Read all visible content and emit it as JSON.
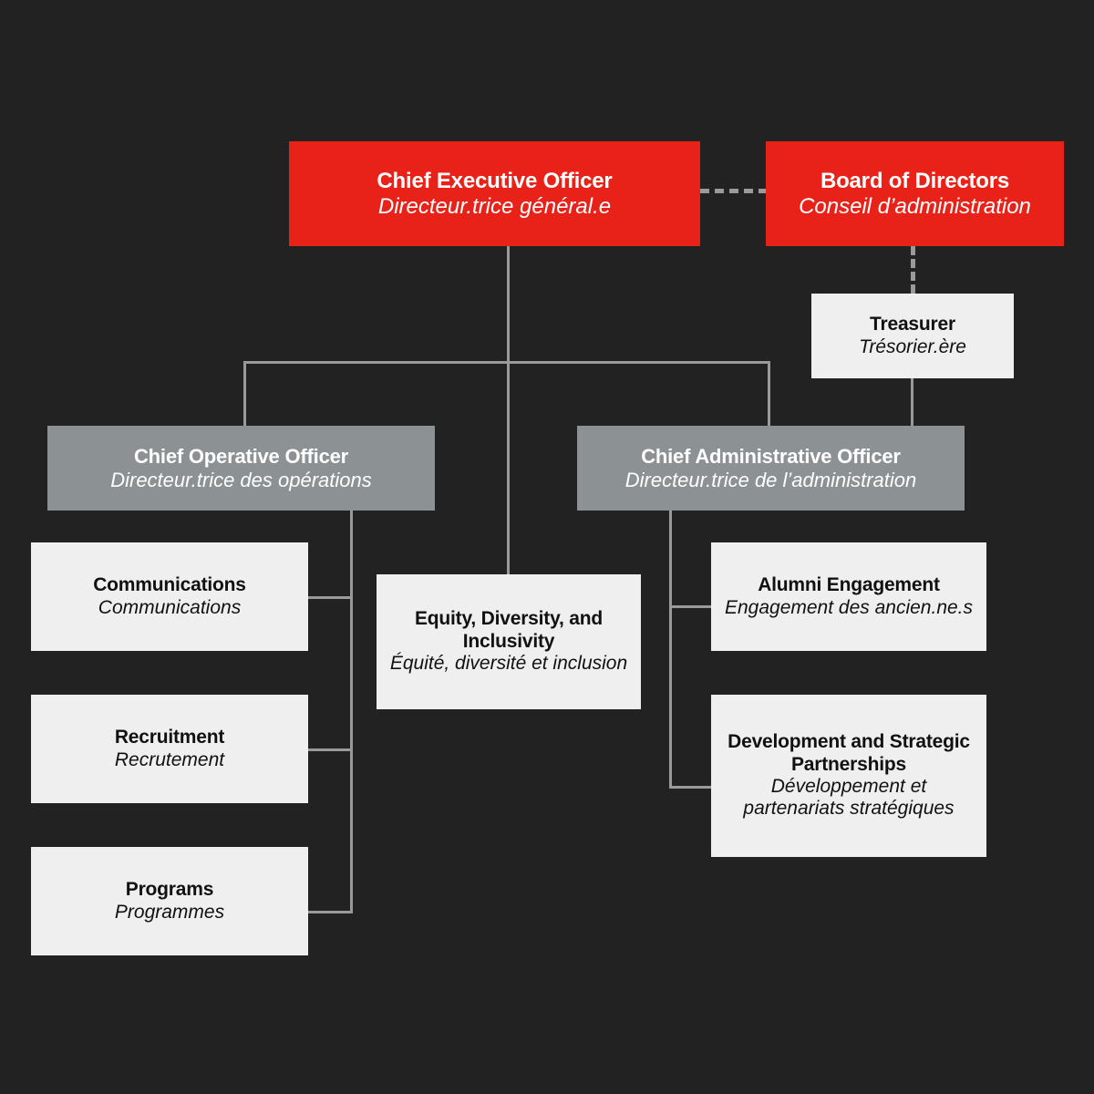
{
  "diagram": {
    "type": "organizational-chart",
    "background_color": "#222222",
    "connector_color": "#9a9a9a",
    "palette": {
      "executive_red": "#e82218",
      "officer_gray": "#8c9293",
      "department_light": "#efefef",
      "text_light": "#ffffff",
      "text_dark": "#111111"
    }
  },
  "nodes": {
    "ceo": {
      "title": "Chief Executive Officer",
      "subtitle": "Directeur.trice général.e",
      "style": "red"
    },
    "board": {
      "title": "Board of Directors",
      "subtitle": "Conseil d’administration",
      "style": "red"
    },
    "treasurer": {
      "title": "Treasurer",
      "subtitle": "Trésorier.ère",
      "style": "light"
    },
    "coo": {
      "title": "Chief Operative Officer",
      "subtitle": "Directeur.trice des opérations",
      "style": "gray"
    },
    "cao": {
      "title": "Chief Administrative Officer",
      "subtitle": "Directeur.trice de l’administration",
      "style": "gray"
    },
    "communications": {
      "title": "Communications",
      "subtitle": "Communications",
      "style": "light"
    },
    "recruitment": {
      "title": "Recruitment",
      "subtitle": "Recrutement",
      "style": "light"
    },
    "programs": {
      "title": "Programs",
      "subtitle": "Programmes",
      "style": "light"
    },
    "edi": {
      "title": "Equity, Diversity, and Inclusivity",
      "subtitle": "Équité, diversité et inclusion",
      "style": "light"
    },
    "alumni": {
      "title": "Alumni Engagement",
      "subtitle": "Engagement des ancien.ne.s",
      "style": "light"
    },
    "development": {
      "title": "Development and Strategic Partnerships",
      "subtitle": "Développement et partenariats stratégiques",
      "style": "light"
    }
  },
  "edges": [
    {
      "from": "ceo",
      "to": "board",
      "line": "dashed"
    },
    {
      "from": "board",
      "to": "treasurer",
      "line": "dashed"
    },
    {
      "from": "treasurer",
      "to": "cao",
      "line": "solid"
    },
    {
      "from": "ceo",
      "to": "coo",
      "line": "solid"
    },
    {
      "from": "ceo",
      "to": "cao",
      "line": "solid"
    },
    {
      "from": "ceo",
      "to": "edi",
      "line": "solid"
    },
    {
      "from": "coo",
      "to": "communications",
      "line": "solid"
    },
    {
      "from": "coo",
      "to": "recruitment",
      "line": "solid"
    },
    {
      "from": "coo",
      "to": "programs",
      "line": "solid"
    },
    {
      "from": "cao",
      "to": "alumni",
      "line": "solid"
    },
    {
      "from": "cao",
      "to": "development",
      "line": "solid"
    }
  ]
}
